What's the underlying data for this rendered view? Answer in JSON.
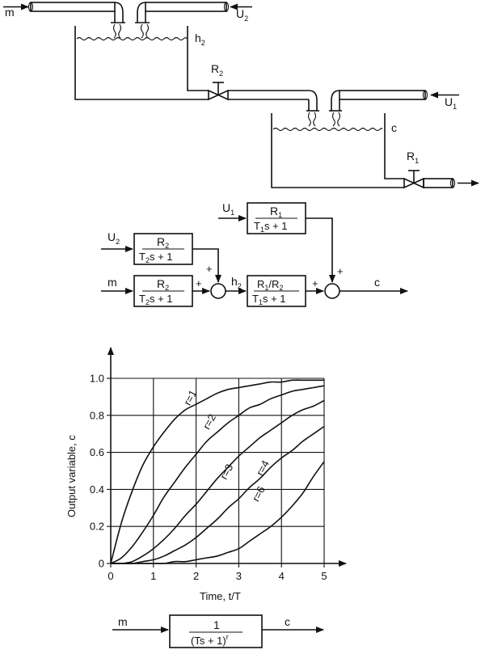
{
  "tank_diagram": {
    "input_m": "m",
    "input_u2": "U",
    "input_u2_sub": "2",
    "level_h2": "h",
    "level_h2_sub": "2",
    "valve_r2": "R",
    "valve_r2_sub": "2",
    "input_u1": "U",
    "input_u1_sub": "1",
    "level_c": "c",
    "valve_r1": "R",
    "valve_r1_sub": "1"
  },
  "block_diagram": {
    "u1": "U",
    "u1_sub": "1",
    "u2": "U",
    "u2_sub": "2",
    "m": "m",
    "h2": "h",
    "h2_sub": "2",
    "c": "c",
    "plus": "+",
    "block_r1": {
      "num": "R",
      "num_sub": "1",
      "den_a": "T",
      "den_sub": "1",
      "den_b": "s + 1"
    },
    "block_u2": {
      "num": "R",
      "num_sub": "2",
      "den_a": "T",
      "den_sub": "2",
      "den_b": "s + 1"
    },
    "block_m": {
      "num": "R",
      "num_sub": "2",
      "den_a": "T",
      "den_sub": "2",
      "den_b": "s + 1"
    },
    "block_h2": {
      "num_a": "R",
      "num_a_sub": "1",
      "num_slash": "/R",
      "num_b_sub": "2",
      "den_a": "T",
      "den_sub": "1",
      "den_b": "s + 1"
    }
  },
  "chart_data": {
    "type": "line",
    "title": "",
    "xlabel": "Time, t/T",
    "ylabel": "Output variable, c",
    "xlim": [
      0,
      5
    ],
    "ylim": [
      0,
      1.0
    ],
    "x_ticks": [
      "0",
      "1",
      "2",
      "3",
      "4",
      "5"
    ],
    "y_ticks": [
      "0",
      "0.2",
      "0.4",
      "0.6",
      "0.8",
      "1.0"
    ],
    "grid": true,
    "x": [
      0,
      0.25,
      0.5,
      0.75,
      1,
      1.25,
      1.5,
      1.75,
      2,
      2.25,
      2.5,
      2.75,
      3,
      3.25,
      3.5,
      3.75,
      4,
      4.25,
      4.5,
      4.75,
      5
    ],
    "series": [
      {
        "name": "r=1",
        "label_at_x": 1.85,
        "label_at_y": 0.85,
        "values": [
          0,
          0.22,
          0.39,
          0.53,
          0.63,
          0.71,
          0.78,
          0.83,
          0.86,
          0.89,
          0.92,
          0.94,
          0.95,
          0.96,
          0.97,
          0.98,
          0.98,
          0.99,
          0.99,
          0.99,
          0.99
        ]
      },
      {
        "name": "r=2",
        "label_at_x": 2.3,
        "label_at_y": 0.72,
        "values": [
          0,
          0.03,
          0.09,
          0.17,
          0.26,
          0.36,
          0.44,
          0.52,
          0.59,
          0.66,
          0.71,
          0.76,
          0.8,
          0.84,
          0.86,
          0.89,
          0.91,
          0.93,
          0.94,
          0.95,
          0.96
        ]
      },
      {
        "name": "r=3",
        "label_at_x": 2.7,
        "label_at_y": 0.45,
        "values": [
          0,
          0.0,
          0.01,
          0.04,
          0.08,
          0.13,
          0.19,
          0.26,
          0.32,
          0.39,
          0.46,
          0.52,
          0.58,
          0.63,
          0.68,
          0.72,
          0.76,
          0.8,
          0.83,
          0.85,
          0.88
        ]
      },
      {
        "name": "r=4",
        "label_at_x": 3.55,
        "label_at_y": 0.47,
        "values": [
          0,
          0.0,
          0.0,
          0.01,
          0.02,
          0.04,
          0.07,
          0.1,
          0.14,
          0.19,
          0.24,
          0.3,
          0.35,
          0.41,
          0.46,
          0.52,
          0.57,
          0.61,
          0.66,
          0.7,
          0.74
        ]
      },
      {
        "name": "r=6",
        "label_at_x": 3.45,
        "label_at_y": 0.33,
        "values": [
          0,
          0.0,
          0.0,
          0.0,
          0.0,
          0.0,
          0.01,
          0.01,
          0.02,
          0.03,
          0.04,
          0.06,
          0.08,
          0.12,
          0.16,
          0.2,
          0.25,
          0.31,
          0.38,
          0.47,
          0.55
        ]
      }
    ]
  },
  "transfer_block": {
    "input": "m",
    "output": "c",
    "num": "1",
    "den": "(Ts + 1)",
    "den_exp": "r"
  }
}
